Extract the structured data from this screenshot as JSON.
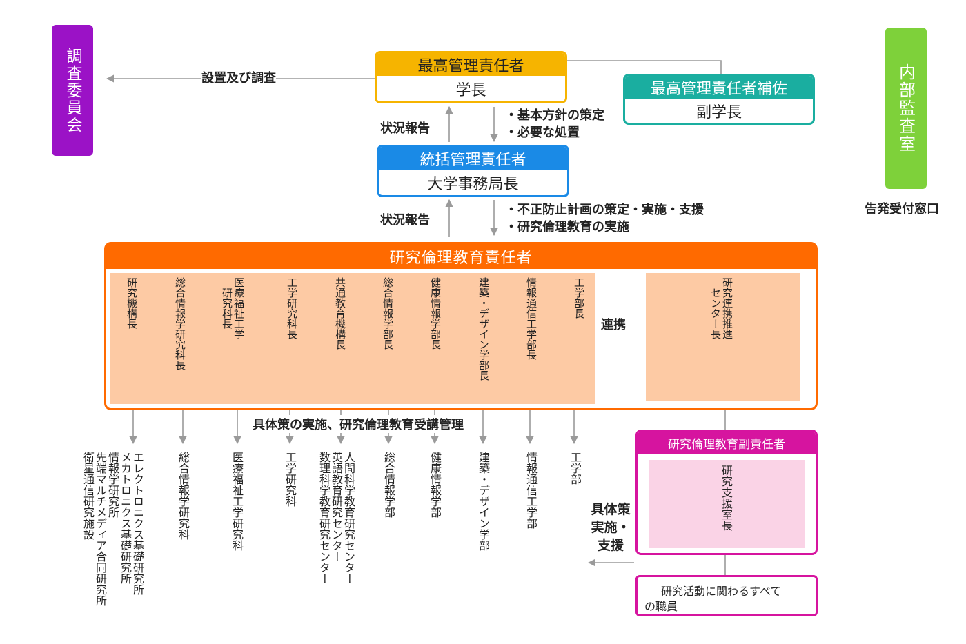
{
  "colors": {
    "purple": "#9b12c6",
    "green": "#7ed13a",
    "gold": "#f6b400",
    "teal": "#1aaea0",
    "blue": "#1a8ae6",
    "orange": "#ff6a00",
    "peach": "#fdcaa4",
    "magenta": "#d6149f",
    "pink": "#fad3e6",
    "arrow": "#9a9a9a"
  },
  "left_box": {
    "label": "調査委員会"
  },
  "right_box": {
    "label": "内部監査室",
    "caption": "告発受付窓口"
  },
  "top": {
    "setup_label": "設置及び調査",
    "chief": {
      "title": "最高管理責任者",
      "name": "学長"
    },
    "assistant": {
      "title": "最高管理責任者補佐",
      "name": "副学長"
    },
    "report_label_1": "状況報告",
    "directives_1": [
      "・基本方針の策定",
      "・必要な処置"
    ],
    "general": {
      "title": "統括管理責任者",
      "name": "大学事務局長"
    },
    "report_label_2": "状況報告",
    "directives_2": [
      "・不正防止計画の策定・実施・支援",
      "・研究倫理教育の実施"
    ]
  },
  "ethics": {
    "title": "研究倫理教育責任者",
    "members": [
      "研究機構長",
      "総合情報学研究科長",
      "医療福祉工学\n　研究科長",
      "工学研究科長",
      "共通教育機構長",
      "総合情報学部長",
      "健康情報学部長",
      "建築・デザイン学部長",
      "情報通信工学部長",
      "工学部長"
    ],
    "link_label": "連携",
    "center": "研究連携推進\n　センター長",
    "implement_label": "具体策の実施、研究倫理教育受講管理"
  },
  "units": [
    "エレクトロニクス基礎研究所\nメカトロニクス基礎研究所\n情報学研究所\n先端マルチメディア合同研究所\n衛星通信研究施設",
    "総合情報学研究科",
    "医療福祉工学研究科",
    "工学研究科",
    "人間科学教育研究センター\n英語教育研究センター\n数理科学教育研究センター",
    "総合情報学部",
    "健康情報学部",
    "建築・デザイン学部",
    "情報通信工学部",
    "工学部"
  ],
  "vice": {
    "title": "研究倫理教育副責任者",
    "member": "研究支援室長",
    "support_label": [
      "具体策",
      "実施・",
      "支援"
    ]
  },
  "staff": {
    "label_lines": [
      "研究活動に関わるすべて",
      "の職員"
    ]
  }
}
